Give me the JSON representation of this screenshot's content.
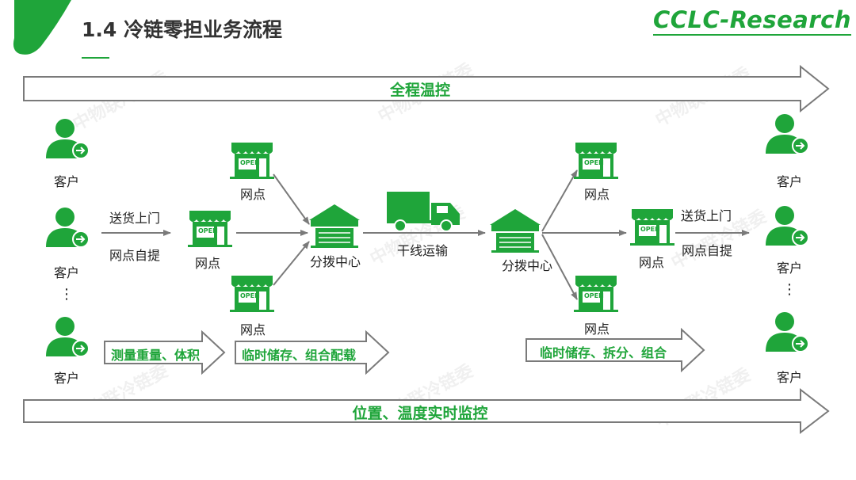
{
  "header": {
    "title": "1.4 冷链零担业务流程",
    "brand": "CCLC-Research"
  },
  "colors": {
    "accent": "#1fa53a",
    "arrow_stroke": "#7a7a7a"
  },
  "watermark": "中物联冷链委",
  "top_arrow": {
    "label": "全程温控"
  },
  "bottom_arrow": {
    "label": "位置、温度实时监控"
  },
  "left_customers": {
    "label": "客户",
    "dots": "⋮"
  },
  "right_customers": {
    "label": "客户",
    "dots": "⋮"
  },
  "left_flow": {
    "deliver_label": "送货上门",
    "pickup_label": "网点自提"
  },
  "right_flow": {
    "deliver_label": "送货上门",
    "pickup_label": "网点自提"
  },
  "outlet_label": "网点",
  "hub_label": "分拨中心",
  "truck_label": "干线运输",
  "store_sign": "OPEN",
  "process_boxes": {
    "measure": "测量重量、体积",
    "left_storage": "临时储存、组合配载",
    "right_storage": "临时储存、拆分、组合"
  },
  "icons": {
    "customer": "customer-person-icon",
    "outlet": "store-open-icon",
    "hub": "distribution-center-icon",
    "truck": "truck-icon"
  }
}
